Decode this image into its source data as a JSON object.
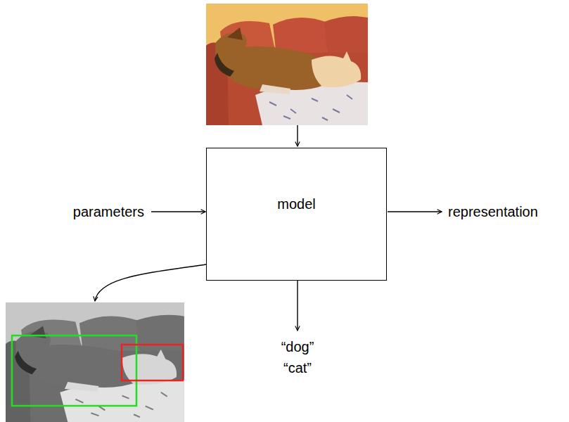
{
  "diagram": {
    "nodes": [
      {
        "text": [
          "model"
        ]
      }
    ],
    "labels": [
      "parameters",
      "representation",
      "“dog”",
      "“cat”"
    ]
  }
}
